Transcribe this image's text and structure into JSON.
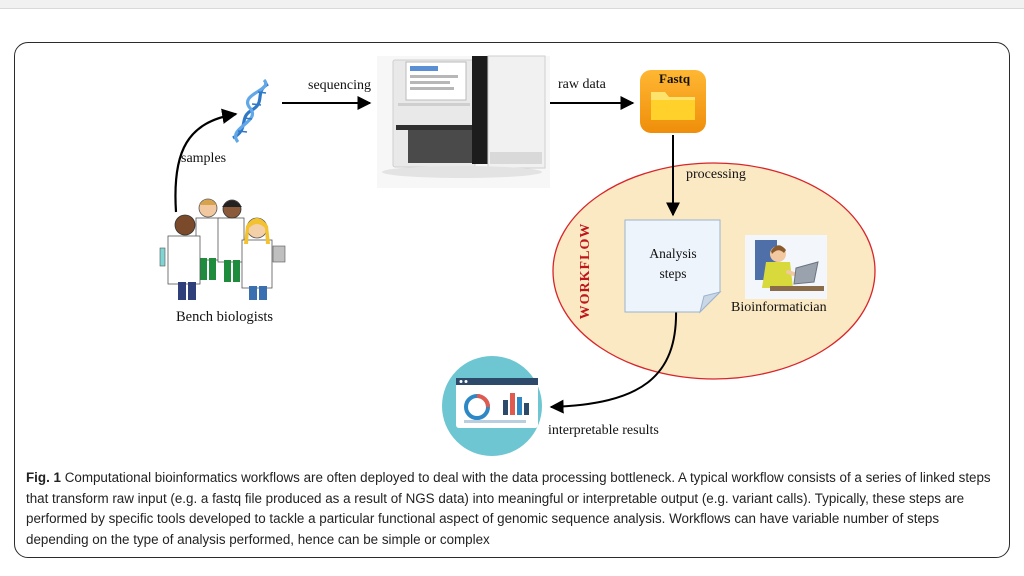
{
  "flow": {
    "sequencing": "sequencing",
    "raw_data": "raw data",
    "samples": "samples",
    "processing": "processing",
    "fastq": "Fastq",
    "workflow": "WORKFLOW",
    "analysis_line1": "Analysis",
    "analysis_line2": "steps",
    "bioinformatician": "Bioinformatician",
    "bench_biologists": "Bench biologists",
    "interpretable_results": "interpretable results"
  },
  "caption": {
    "label": "Fig. 1",
    "text": "Computational bioinformatics workflows are often deployed to deal with the data processing bottleneck. A typical workflow consists of a series of linked steps that transform raw input (e.g. a fastq file produced as a result of NGS data) into meaningful or interpretable output (e.g. variant calls). Typically, these steps are performed by specific tools developed to tackle a particular functional aspect of genomic sequence analysis. Workflows can have variable number of steps depending on the type of analysis performed, hence can be simple or complex"
  },
  "colors": {
    "workflow_fill": "#fbe9c4",
    "workflow_stroke": "#d9252a",
    "folder_orange": "#f7a41c",
    "results_teal": "#6ec6d2",
    "workflow_text": "#c0151b"
  }
}
